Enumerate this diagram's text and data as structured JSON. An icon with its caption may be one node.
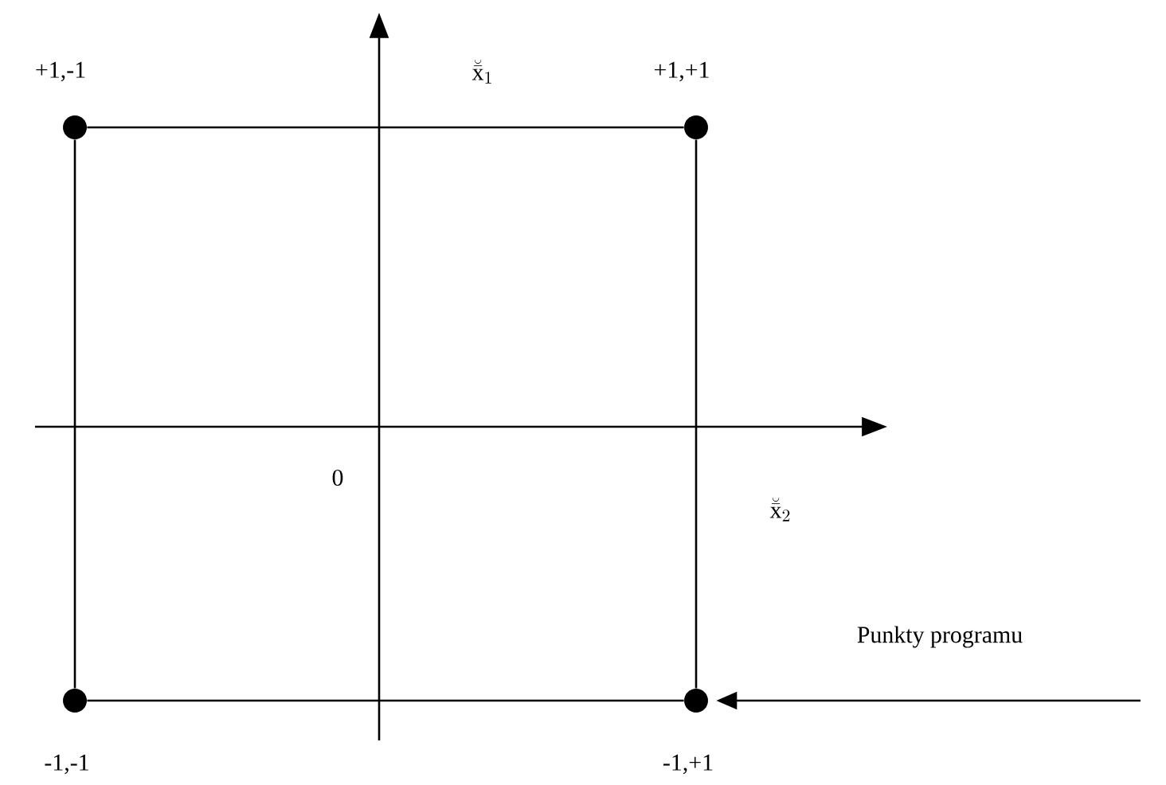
{
  "diagram": {
    "nodes": [
      {
        "text": [
          "+1,-1"
        ]
      },
      {
        "text": [
          "+1,+1"
        ]
      },
      {
        "text": [
          "-1,-1"
        ]
      },
      {
        "text": [
          "-1,+1"
        ]
      }
    ],
    "edges": [
      {
        "from": 0,
        "to": 1,
        "arrow": "none"
      },
      {
        "from": 1,
        "to": 3,
        "arrow": "none"
      },
      {
        "from": 2,
        "to": 3,
        "arrow": "none"
      },
      {
        "from": 0,
        "to": 2,
        "arrow": "none"
      },
      {
        "from": null,
        "to": 3,
        "arrow": "to",
        "label": "Punkty programu"
      }
    ],
    "labels": [
      "\\breve{\\bar{\\mathrm{x}}}_1",
      "0",
      "\\breve{\\bar{\\mathrm{x}}}_2"
    ]
  }
}
